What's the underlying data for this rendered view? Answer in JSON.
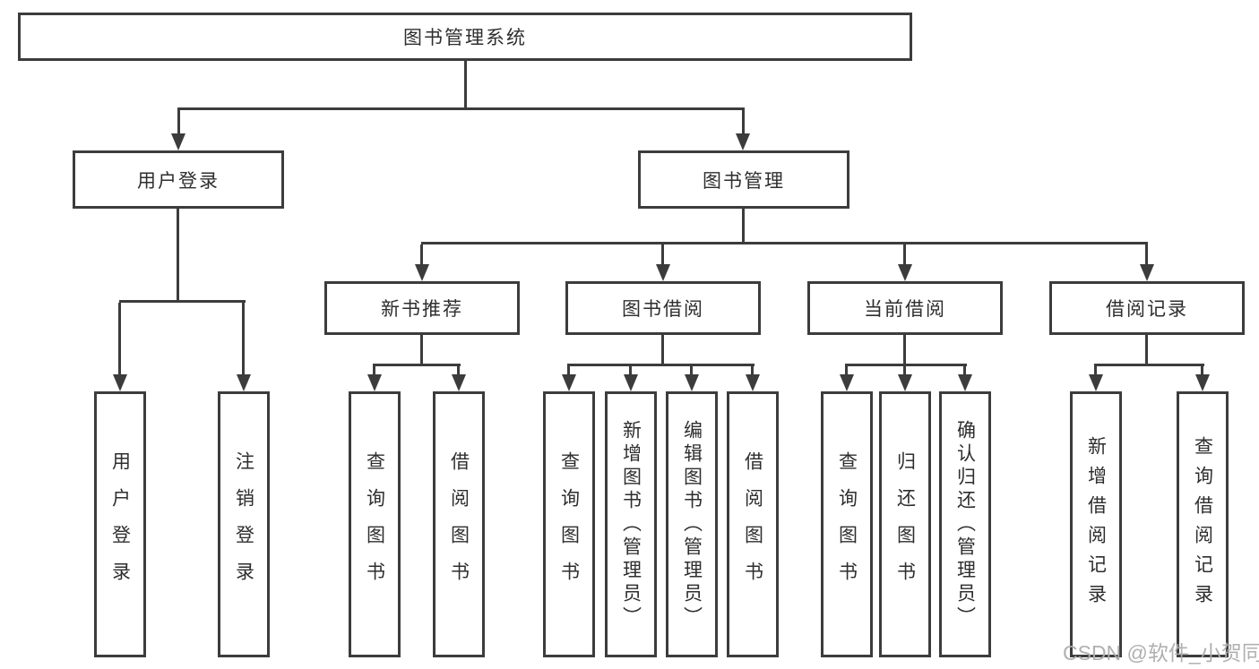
{
  "diagram": {
    "root": {
      "label": "图书管理系统"
    },
    "level2": [
      {
        "label": "用户登录",
        "leaves": [
          "用户登录",
          "注销登录"
        ]
      },
      {
        "label": "图书管理",
        "groups": [
          {
            "label": "新书推荐",
            "leaves": [
              "查询图书",
              "借阅图书"
            ]
          },
          {
            "label": "图书借阅",
            "leaves": [
              "查询图书",
              "新增图书（管理员）",
              "编辑图书（管理员）",
              "借阅图书"
            ]
          },
          {
            "label": "当前借阅",
            "leaves": [
              "查询图书",
              "归还图书",
              "确认归还（管理员）"
            ]
          },
          {
            "label": "借阅记录",
            "leaves": [
              "新增借阅记录",
              "查询借阅记录"
            ]
          }
        ]
      }
    ],
    "watermark": "CSDN @软件_小贺同学",
    "colors": {
      "line": "#3c3c3c",
      "text": "#2e2e2e",
      "background": "#ffffff",
      "watermark": "#acacac"
    }
  }
}
